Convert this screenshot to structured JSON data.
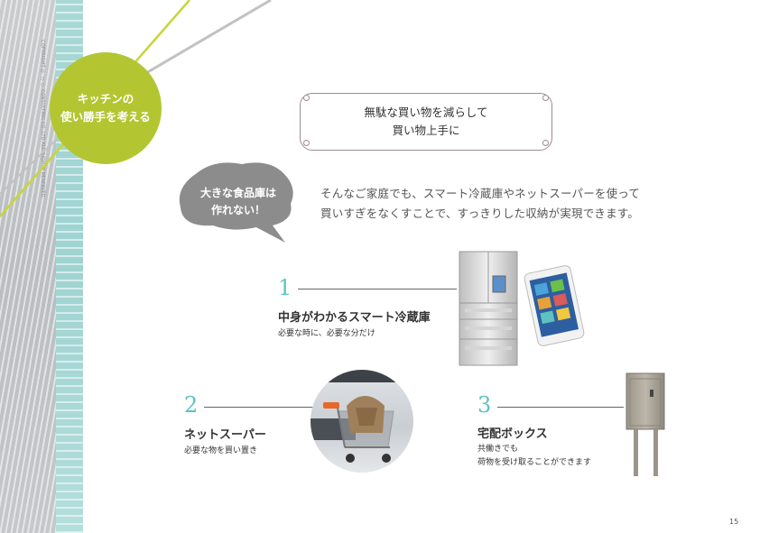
{
  "sidebar": {
    "copyright": "COPYRIGHT ©  ○○ CONSULTING CO.,LTD ALL RIGHTS RESERVED.",
    "badge_line1": "キッチンの",
    "badge_line2": "使い勝手を考える",
    "badge_color": "#b3c631"
  },
  "title": {
    "line1": "無駄な買い物を減らして",
    "line2": "買い物上手に"
  },
  "speech": {
    "line1": "大きな食品庫は",
    "line2": "作れない！"
  },
  "intro": {
    "line1": "そんなご家庭でも、スマート冷蔵庫やネットスーパーを使って",
    "line2": "買いすぎをなくすことで、すっきりした収納が実現できます。"
  },
  "items": [
    {
      "number": "1",
      "heading": "中身がわかるスマート冷蔵庫",
      "desc1": "必要な時に、必要な分だけ",
      "desc2": ""
    },
    {
      "number": "2",
      "heading": "ネットスーパー",
      "desc1": "必要な物を買い置き",
      "desc2": ""
    },
    {
      "number": "3",
      "heading": "宅配ボックス",
      "desc1": "共働きでも",
      "desc2": "荷物を受け取ることができます"
    }
  ],
  "page_number": "15",
  "accent_color": "#5cc3be"
}
